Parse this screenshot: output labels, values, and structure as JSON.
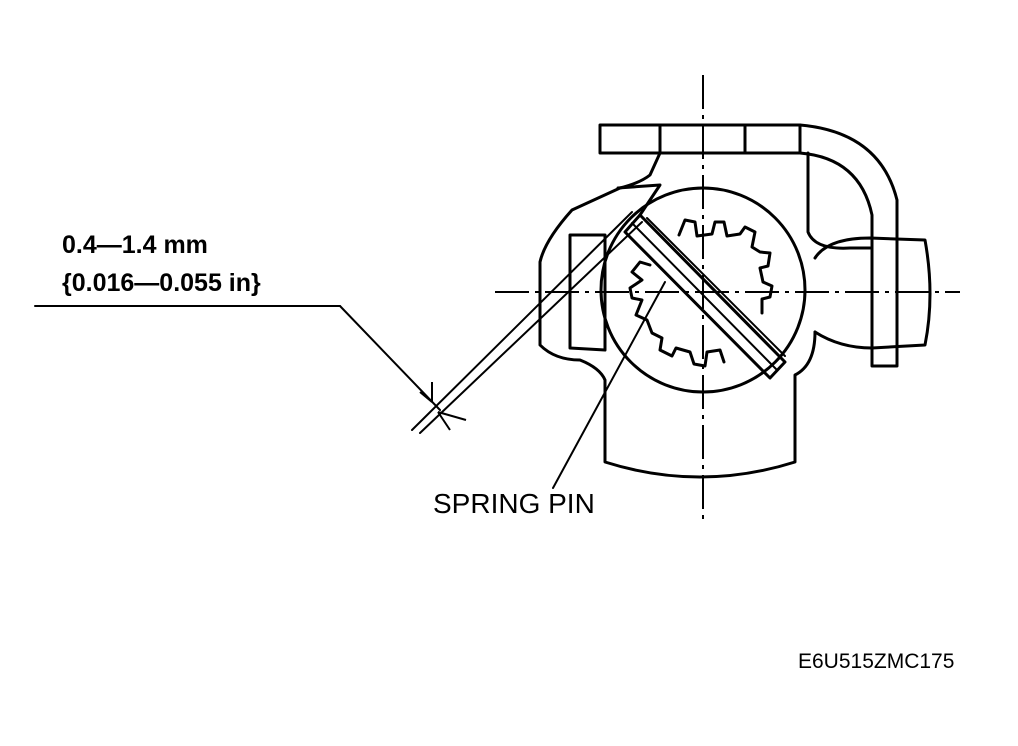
{
  "dimension": {
    "metric": "0.4—1.4 mm",
    "imperial": "{0.016—0.055 in}"
  },
  "part_label": "SPRING PIN",
  "figure_code": "E6U515ZMC175"
}
